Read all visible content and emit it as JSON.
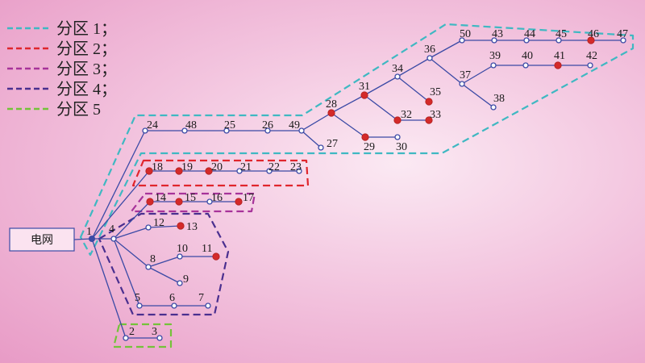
{
  "legend": [
    {
      "label": "分区 1；",
      "color": "#3fb8c2"
    },
    {
      "label": "分区 2；",
      "color": "#e0262d"
    },
    {
      "label": "分区 3；",
      "color": "#a7339a"
    },
    {
      "label": "分区 4；",
      "color": "#4a2f8f"
    },
    {
      "label": "分区 5",
      "color": "#74c23a"
    }
  ],
  "grid_label": "电网",
  "colors": {
    "line": "#3b4aa5",
    "node_open_fill": "#ffffff",
    "node_open_stroke": "#3b4aa5",
    "node_filled": "#d42a2a"
  },
  "nodes": [
    {
      "id": "1",
      "filled": false
    },
    {
      "id": "2",
      "filled": false
    },
    {
      "id": "3",
      "filled": false
    },
    {
      "id": "4",
      "filled": false
    },
    {
      "id": "5",
      "filled": false
    },
    {
      "id": "6",
      "filled": false
    },
    {
      "id": "7",
      "filled": false
    },
    {
      "id": "8",
      "filled": false
    },
    {
      "id": "9",
      "filled": false
    },
    {
      "id": "10",
      "filled": false
    },
    {
      "id": "11",
      "filled": true
    },
    {
      "id": "12",
      "filled": false
    },
    {
      "id": "13",
      "filled": true
    },
    {
      "id": "14",
      "filled": true
    },
    {
      "id": "15",
      "filled": true
    },
    {
      "id": "16",
      "filled": false
    },
    {
      "id": "17",
      "filled": true
    },
    {
      "id": "18",
      "filled": true
    },
    {
      "id": "19",
      "filled": true
    },
    {
      "id": "20",
      "filled": true
    },
    {
      "id": "21",
      "filled": false
    },
    {
      "id": "22",
      "filled": false
    },
    {
      "id": "23",
      "filled": false
    },
    {
      "id": "24",
      "filled": false
    },
    {
      "id": "25",
      "filled": false
    },
    {
      "id": "26",
      "filled": false
    },
    {
      "id": "27",
      "filled": false
    },
    {
      "id": "28",
      "filled": true
    },
    {
      "id": "29",
      "filled": true
    },
    {
      "id": "30",
      "filled": false
    },
    {
      "id": "31",
      "filled": true
    },
    {
      "id": "32",
      "filled": true
    },
    {
      "id": "33",
      "filled": true
    },
    {
      "id": "34",
      "filled": false
    },
    {
      "id": "35",
      "filled": true
    },
    {
      "id": "36",
      "filled": false
    },
    {
      "id": "37",
      "filled": false
    },
    {
      "id": "38",
      "filled": false
    },
    {
      "id": "39",
      "filled": false
    },
    {
      "id": "40",
      "filled": false
    },
    {
      "id": "41",
      "filled": true
    },
    {
      "id": "42",
      "filled": false
    },
    {
      "id": "43",
      "filled": false
    },
    {
      "id": "44",
      "filled": false
    },
    {
      "id": "45",
      "filled": false
    },
    {
      "id": "46",
      "filled": true
    },
    {
      "id": "47",
      "filled": false
    },
    {
      "id": "48",
      "filled": false
    },
    {
      "id": "49",
      "filled": false
    },
    {
      "id": "50",
      "filled": false
    }
  ],
  "edges": [
    [
      "1",
      "4"
    ],
    [
      "1",
      "24"
    ],
    [
      "1",
      "18"
    ],
    [
      "1",
      "2"
    ],
    [
      "2",
      "3"
    ],
    [
      "4",
      "12"
    ],
    [
      "4",
      "8"
    ],
    [
      "4",
      "5"
    ],
    [
      "4",
      "14"
    ],
    [
      "12",
      "13"
    ],
    [
      "8",
      "10"
    ],
    [
      "8",
      "9"
    ],
    [
      "10",
      "11"
    ],
    [
      "5",
      "6"
    ],
    [
      "6",
      "7"
    ],
    [
      "14",
      "15"
    ],
    [
      "15",
      "16"
    ],
    [
      "16",
      "17"
    ],
    [
      "18",
      "19"
    ],
    [
      "19",
      "20"
    ],
    [
      "20",
      "21"
    ],
    [
      "21",
      "22"
    ],
    [
      "22",
      "23"
    ],
    [
      "24",
      "48"
    ],
    [
      "48",
      "25"
    ],
    [
      "25",
      "26"
    ],
    [
      "26",
      "49"
    ],
    [
      "49",
      "27"
    ],
    [
      "49",
      "28"
    ],
    [
      "28",
      "29"
    ],
    [
      "29",
      "30"
    ],
    [
      "28",
      "31"
    ],
    [
      "31",
      "32"
    ],
    [
      "32",
      "33"
    ],
    [
      "31",
      "34"
    ],
    [
      "34",
      "35"
    ],
    [
      "34",
      "36"
    ],
    [
      "36",
      "50"
    ],
    [
      "50",
      "43"
    ],
    [
      "43",
      "44"
    ],
    [
      "44",
      "45"
    ],
    [
      "45",
      "46"
    ],
    [
      "46",
      "47"
    ],
    [
      "36",
      "37"
    ],
    [
      "37",
      "38"
    ],
    [
      "37",
      "39"
    ],
    [
      "39",
      "40"
    ],
    [
      "40",
      "41"
    ],
    [
      "41",
      "42"
    ]
  ]
}
